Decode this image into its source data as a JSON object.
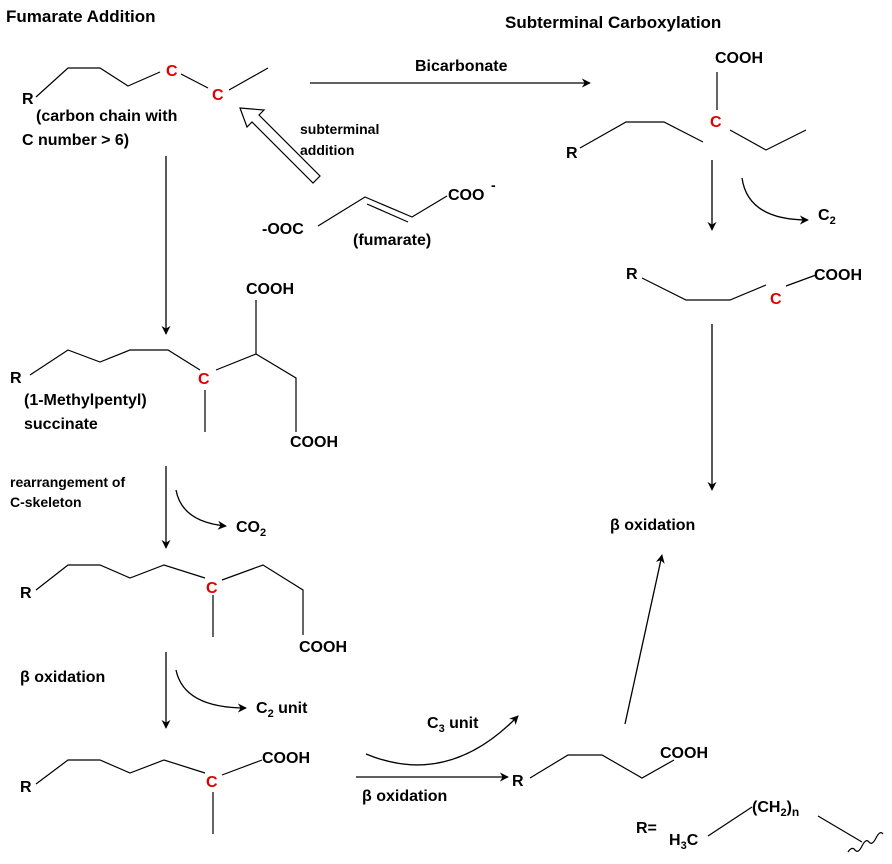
{
  "titles": {
    "left": "Fumarate Addition",
    "right": "Subterminal Carboxylation"
  },
  "atoms": {
    "r": "R",
    "c": "C",
    "cooh": "COOH"
  },
  "labels": {
    "chain_line1": "(carbon chain with",
    "chain_line2": "C number > 6)",
    "subterminal_line1": "subterminal",
    "subterminal_line2": "addition",
    "fumarate_left": "-OOC",
    "fumarate_right": "COO",
    "fumarate_right_sup": "-",
    "fumarate_name": "(fumarate)",
    "methylpentyl_line1": "(1-Methylpentyl)",
    "methylpentyl_line2": "succinate",
    "rearrangement_line1": "rearrangement of",
    "rearrangement_line2": "C-skeleton",
    "co2_base": "CO",
    "co2_sub": "2",
    "c2_unit_base": "C",
    "c2_unit_sub": "2",
    "c2_unit_suffix": " unit",
    "c3_unit_base": "C",
    "c3_unit_sub": "3",
    "c3_unit_suffix": " unit",
    "beta_oxidation": "β oxidation",
    "bicarbonate": "Bicarbonate",
    "c2_base": "C",
    "c2_sub": "2",
    "r_def": "R=",
    "h3c_base": "H",
    "h3c_sub": "3",
    "h3c_suffix": "C",
    "ch2n_open": "(CH",
    "ch2n_sub": "2",
    "ch2n_close": ")",
    "ch2n_n": "n"
  },
  "colors": {
    "highlight_carbon": "#e00000",
    "ink": "#000000",
    "background": "#ffffff"
  }
}
